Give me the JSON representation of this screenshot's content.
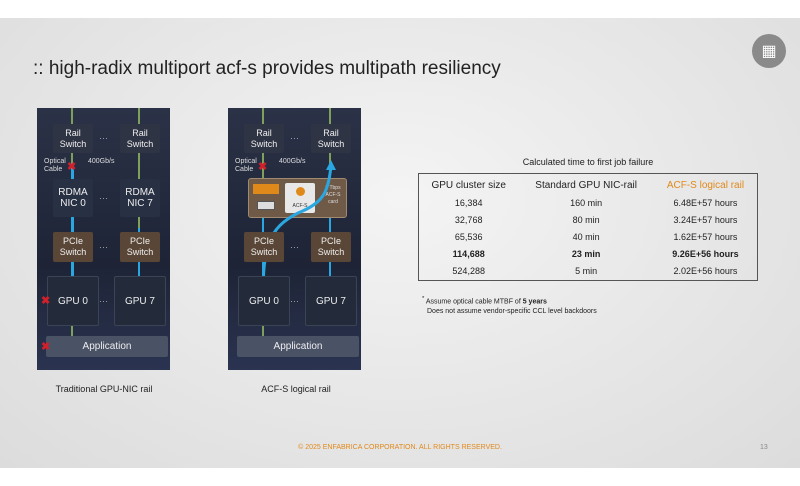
{
  "title": ":: high-radix multiport acf-s provides multipath resiliency",
  "diagrams": [
    {
      "caption": "Traditional GPU-NIC rail",
      "rail": "Rail Switch",
      "optical": "Optical Cable",
      "speed": "400Gb/s",
      "nic0": "RDMA NIC 0",
      "nic7": "RDMA NIC 7",
      "pcie": "PCIe Switch",
      "gpu0": "GPU 0",
      "gpu7": "GPU 7",
      "app": "Application",
      "dots": "···"
    },
    {
      "caption": "ACF-S logical rail",
      "rail": "Rail Switch",
      "optical": "Optical Cable",
      "speed": "400Gb/s",
      "chip": "ACF-S",
      "card": "8 Tbps ACF-S card",
      "pcie": "PCIe Switch",
      "gpu0": "GPU 0",
      "gpu7": "GPU 7",
      "app": "Application",
      "dots": "···"
    }
  ],
  "table": {
    "title": "Calculated time to first job failure",
    "headers": [
      "GPU cluster size",
      "Standard GPU NIC-rail",
      "ACF-S logical rail"
    ],
    "rows": [
      [
        "16,384",
        "160 min",
        "6.48E+57 hours"
      ],
      [
        "32,768",
        "80 min",
        "3.24E+57 hours"
      ],
      [
        "65,536",
        "40 min",
        "1.62E+57 hours"
      ],
      [
        "114,688",
        "23 min",
        "9.26E+56 hours"
      ],
      [
        "524,288",
        "5 min",
        "2.02E+56 hours"
      ]
    ],
    "highlight_row": 3
  },
  "note": {
    "star": "*",
    "line1": "Assume optical cable MTBF of ",
    "line1_bold": "5 years",
    "line2": "Does not assume vendor-specific CCL level backdoors"
  },
  "footer": "© 2025 ENFABRICA CORPORATION. ALL RIGHTS RESERVED.",
  "page": "13",
  "colors": {
    "accent": "#e0891b",
    "flow": "#2aa7e0",
    "fail": "#d0202a"
  }
}
